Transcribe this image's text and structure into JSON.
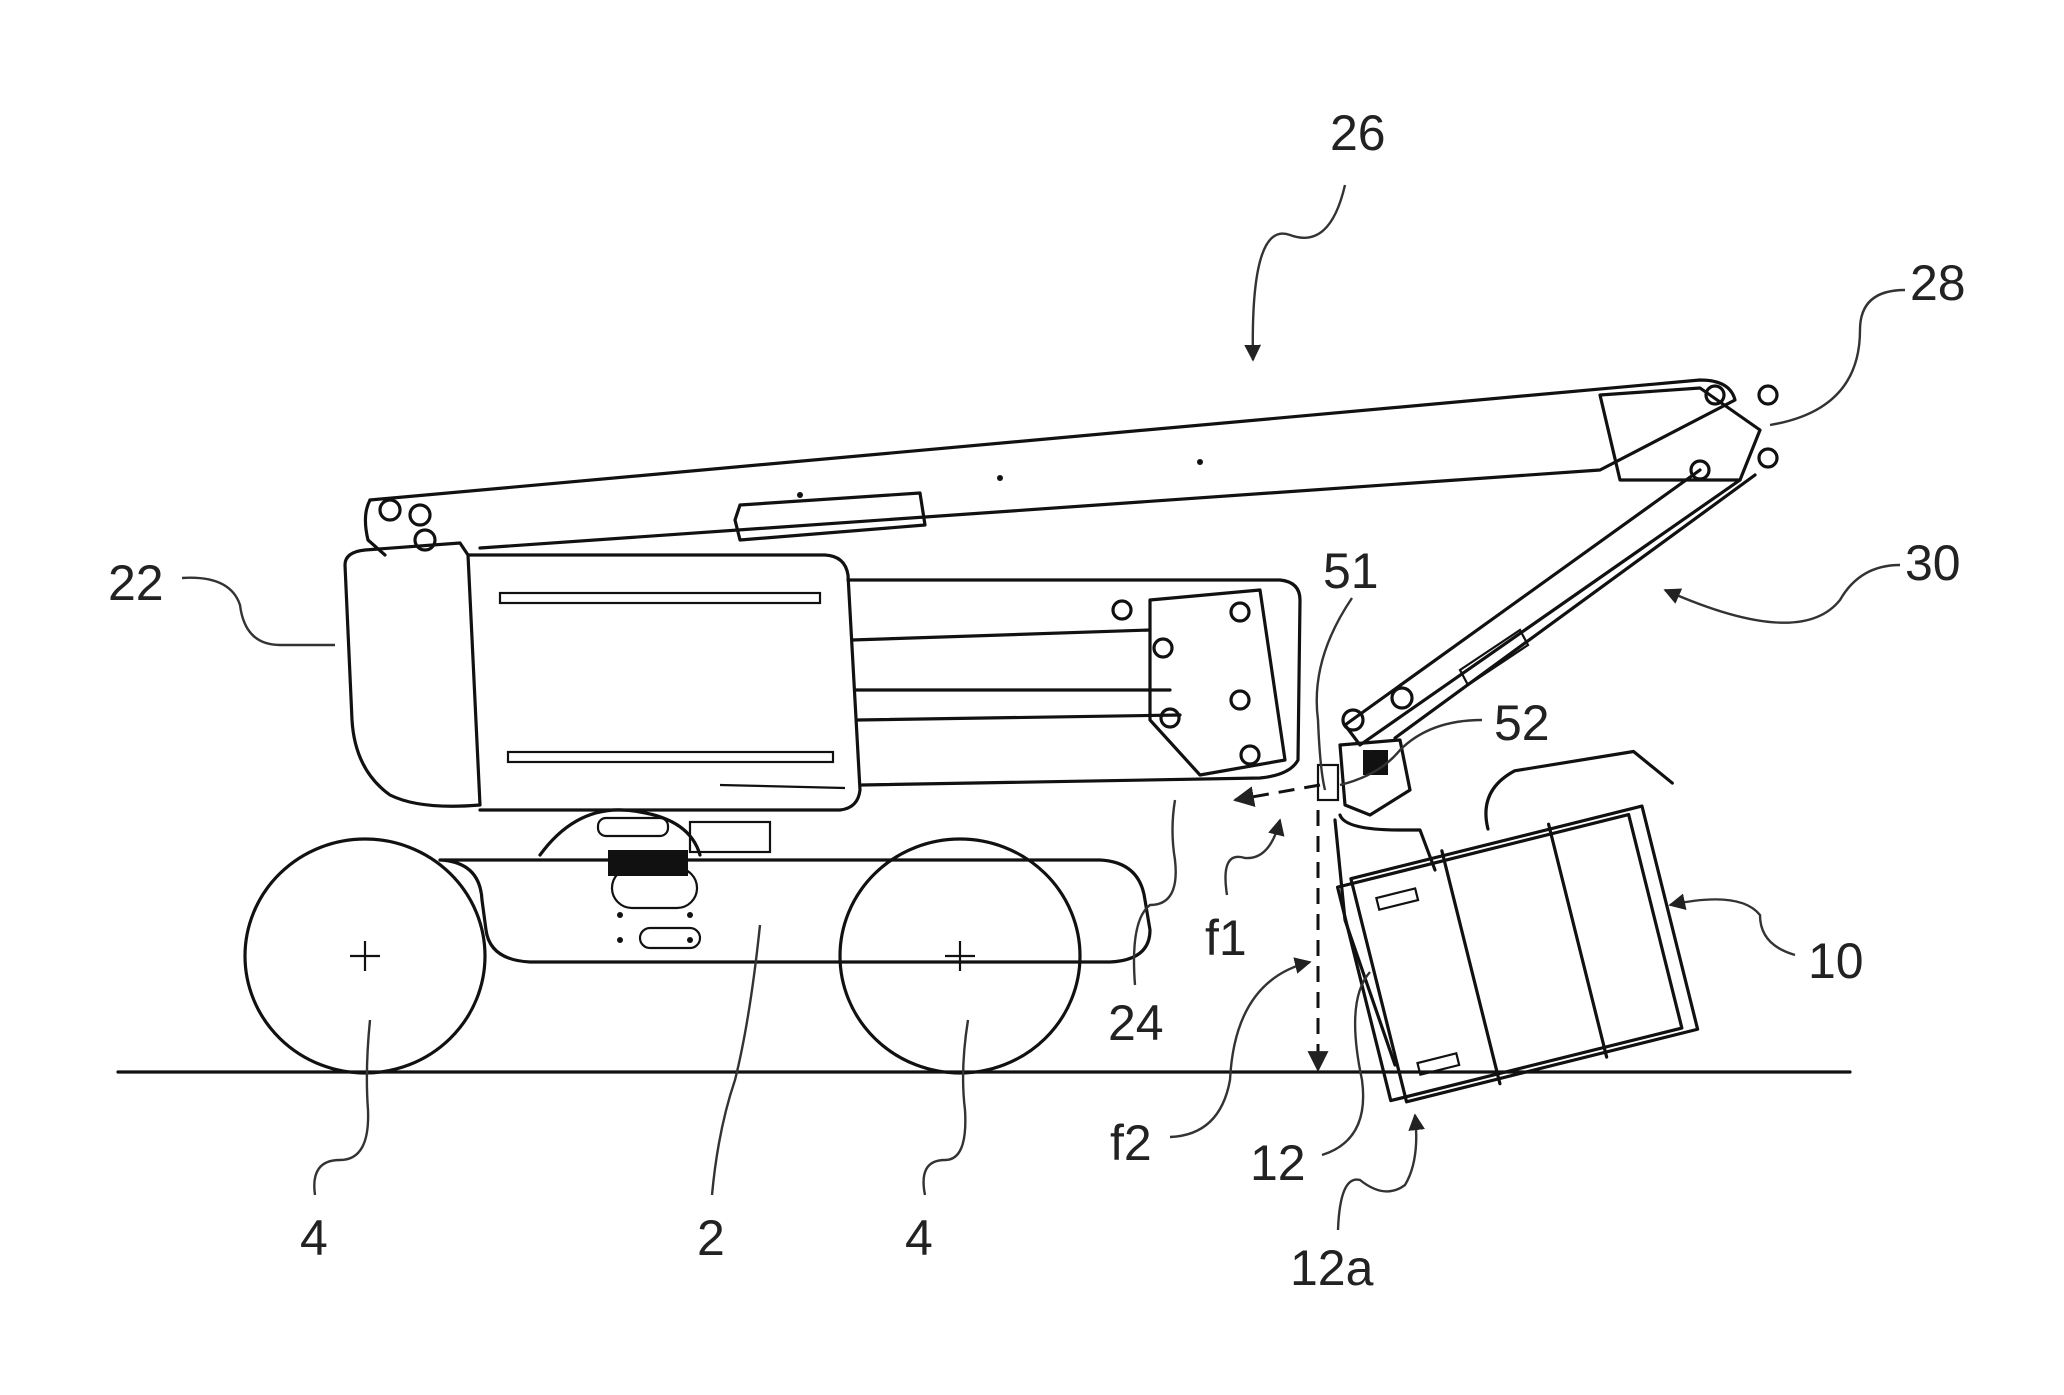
{
  "figure": {
    "type": "patent-drawing",
    "subject": "aerial work platform with articulated boom and tilted basket"
  },
  "labels": {
    "chassis": "2",
    "wheel_rear": "4",
    "wheel_front": "4",
    "turret": "22",
    "lower_boom": "24",
    "upper_boom": "26",
    "boom_tip": "28",
    "jib": "30",
    "platform": "10",
    "platform_floor": "12",
    "platform_edge": "12a",
    "sensor_a": "51",
    "sensor_b": "52",
    "force_1": "f1",
    "force_2": "f2"
  }
}
